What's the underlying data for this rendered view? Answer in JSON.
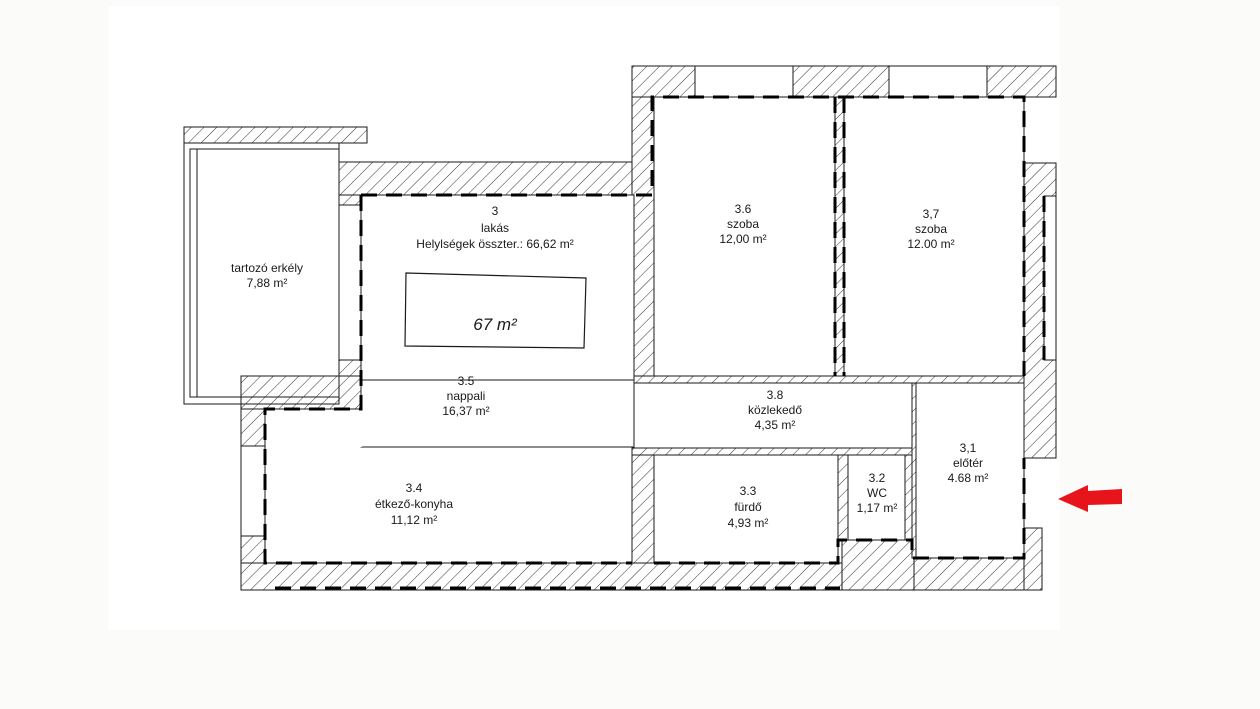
{
  "rooms": {
    "balcony": {
      "name": "tartozó erkély",
      "area": "7,88 m²"
    },
    "apartment": {
      "number": "3",
      "name": "lakás",
      "total": "Helylségek összter.: 66,62 m²",
      "box_area": "67 m²"
    },
    "r36": {
      "number": "3.6",
      "name": "szoba",
      "area": "12,00 m²"
    },
    "r37": {
      "number": "3,7",
      "name": "szoba",
      "area": "12.00 m²"
    },
    "r35": {
      "number": "3.5",
      "name": "nappali",
      "area": "16,37 m²"
    },
    "r38": {
      "number": "3.8",
      "name": "közlekedő",
      "area": "4,35 m²"
    },
    "r31": {
      "number": "3,1",
      "name": "előtér",
      "area": "4.68 m²"
    },
    "r34": {
      "number": "3.4",
      "name": "étkező-konyha",
      "area": "11,12 m²"
    },
    "r33": {
      "number": "3.3",
      "name": "fürdő",
      "area": "4,93 m²"
    },
    "r32": {
      "number": "3.2",
      "name": "WC",
      "area": "1,17 m²"
    }
  },
  "colors": {
    "wall_line": "#1a1a1a",
    "hatch": "#333333",
    "arrow": "#e8141b",
    "background": "#ffffff"
  },
  "icons": {
    "entrance": "red-arrow-left-icon"
  }
}
